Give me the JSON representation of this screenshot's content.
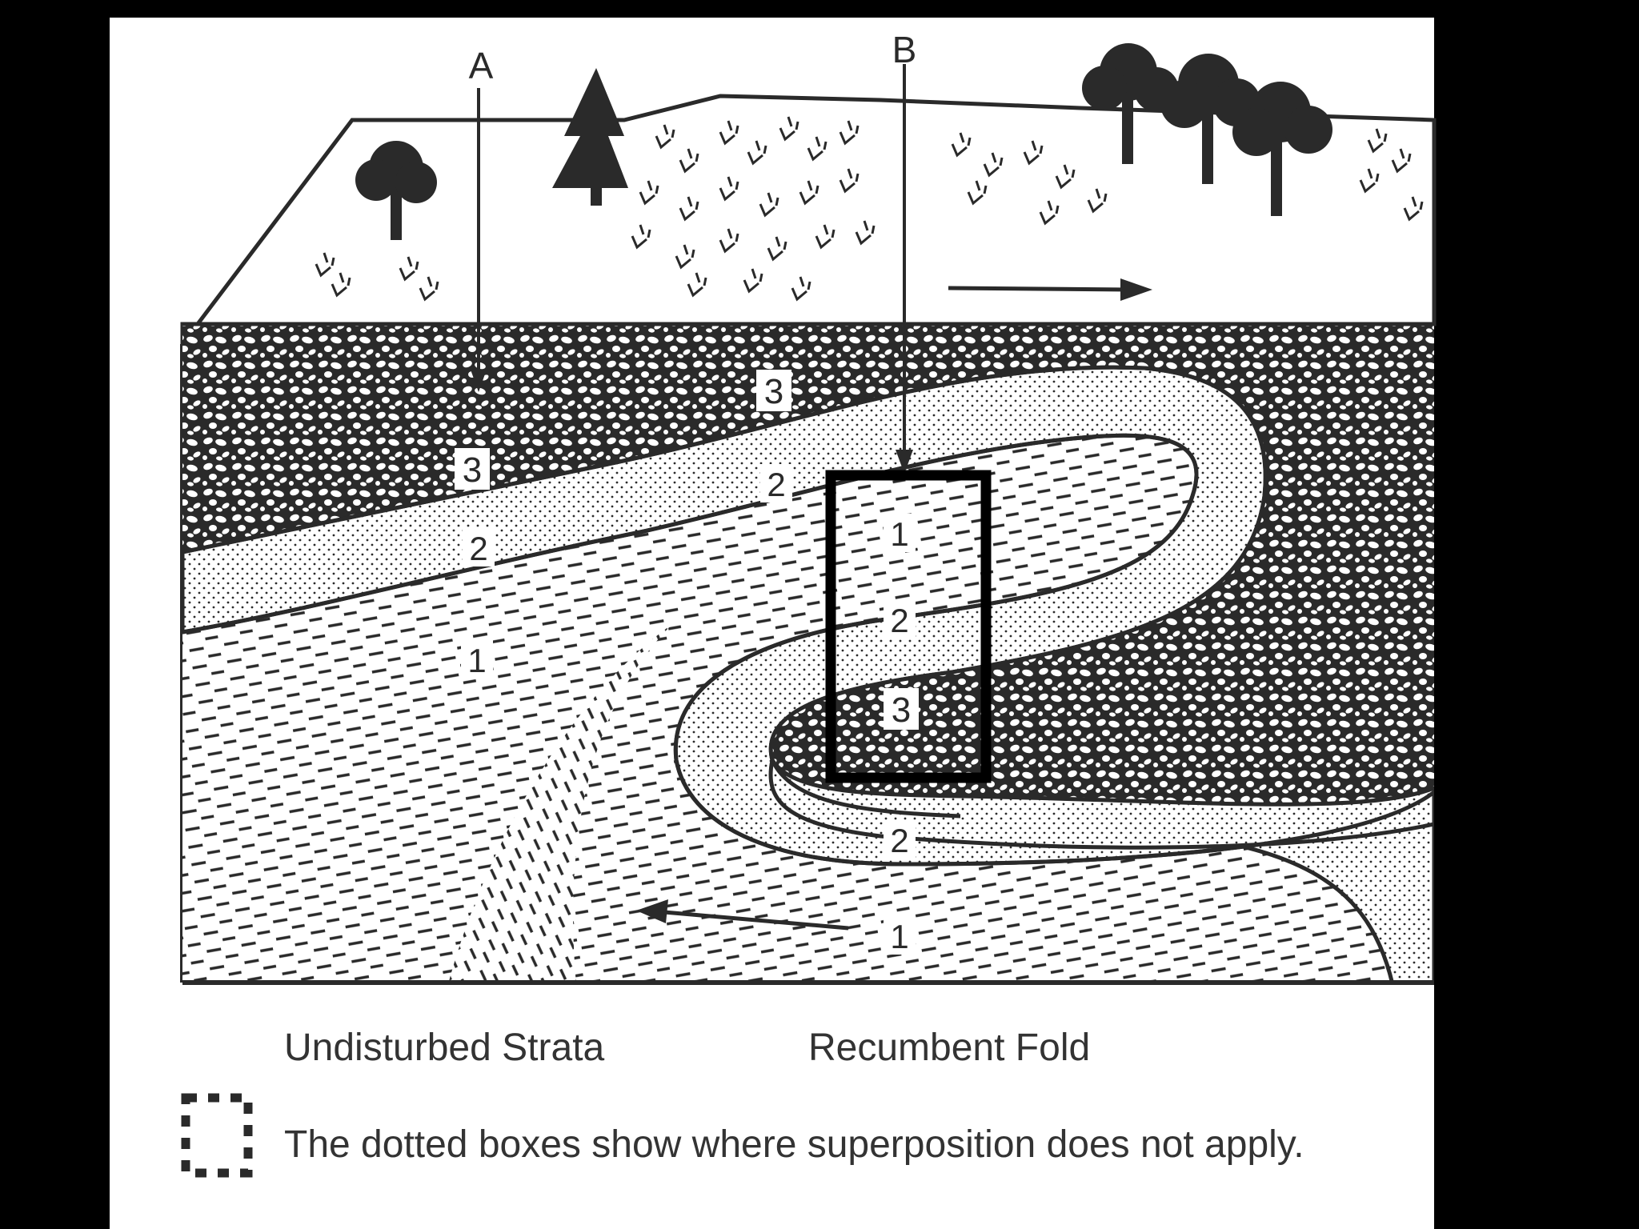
{
  "markers": {
    "a": "A",
    "b": "B"
  },
  "layer_labels": {
    "left_3": "3",
    "left_2": "2",
    "left_1": "1",
    "top_3": "3",
    "mid_2": "2",
    "box_1": "1",
    "box_2": "2",
    "box_3": "3",
    "lower_2": "2",
    "lower_1": "1"
  },
  "captions": {
    "undisturbed": "Undisturbed Strata",
    "recumbent": "Recumbent Fold",
    "note": "The dotted boxes show where superposition does not apply."
  },
  "colors": {
    "ink": "#2a2a2a",
    "paper": "#ffffff",
    "background": "#000000"
  },
  "icons": [
    "deciduous-tree-icon",
    "pine-tree-icon",
    "grass-tufts-icon",
    "arrow-icon",
    "dotted-box-icon"
  ]
}
